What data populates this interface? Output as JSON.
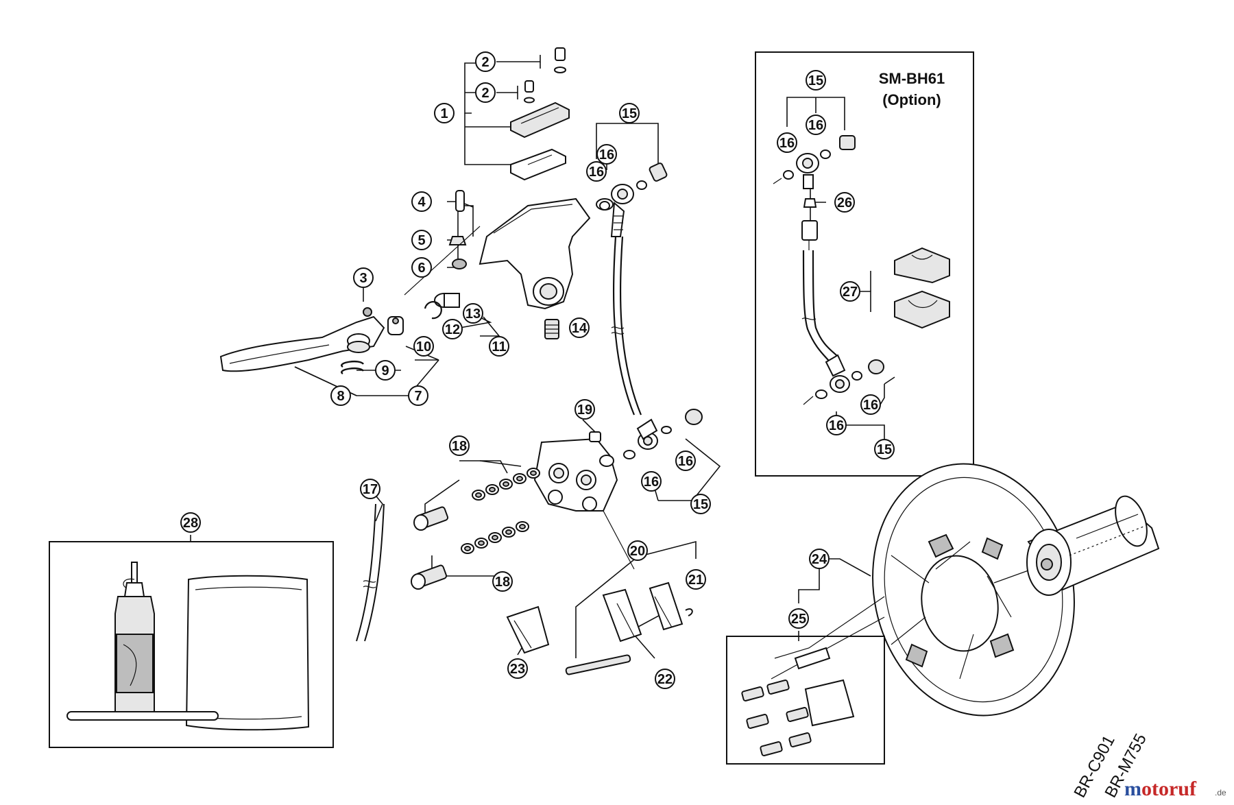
{
  "option_box": {
    "title": "SM-BH61",
    "subtitle": "(Option)"
  },
  "model_codes": [
    "BR-C901",
    "BR-M755"
  ],
  "watermark": {
    "prefix": "m",
    "mid": "otoruf",
    "suffix": ".de",
    "colors": {
      "main": "#2a4f9e",
      "accent": "#c62828"
    }
  },
  "callouts": [
    "1",
    "2",
    "2",
    "3",
    "4",
    "5",
    "6",
    "7",
    "8",
    "9",
    "10",
    "11",
    "12",
    "13",
    "14",
    "15",
    "16",
    "16",
    "15",
    "16",
    "16",
    "26",
    "27",
    "16",
    "16",
    "15",
    "16",
    "16",
    "15",
    "17",
    "18",
    "18",
    "19",
    "20",
    "21",
    "22",
    "23",
    "24",
    "25",
    "28"
  ]
}
